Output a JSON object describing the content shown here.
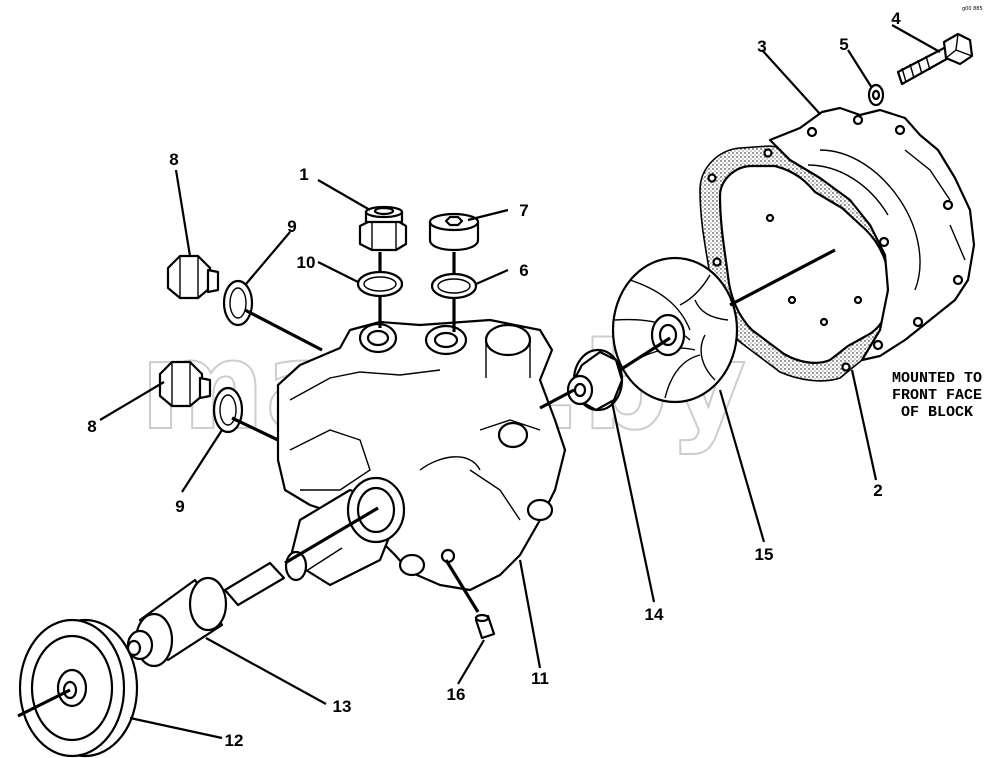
{
  "callouts": {
    "c1": "1",
    "c2": "2",
    "c3": "3",
    "c4": "4",
    "c5": "5",
    "c6": "6",
    "c7": "7",
    "c8a": "8",
    "c8b": "8",
    "c9a": "9",
    "c9b": "9",
    "c10": "10",
    "c11": "11",
    "c12": "12",
    "c13": "13",
    "c14": "14",
    "c15": "15",
    "c16": "16"
  },
  "note": {
    "line1": "MOUNTED TO",
    "line2": "FRONT FACE",
    "line3": "OF BLOCK"
  },
  "watermark": "mazik.by",
  "corner_mark": "g00 885"
}
